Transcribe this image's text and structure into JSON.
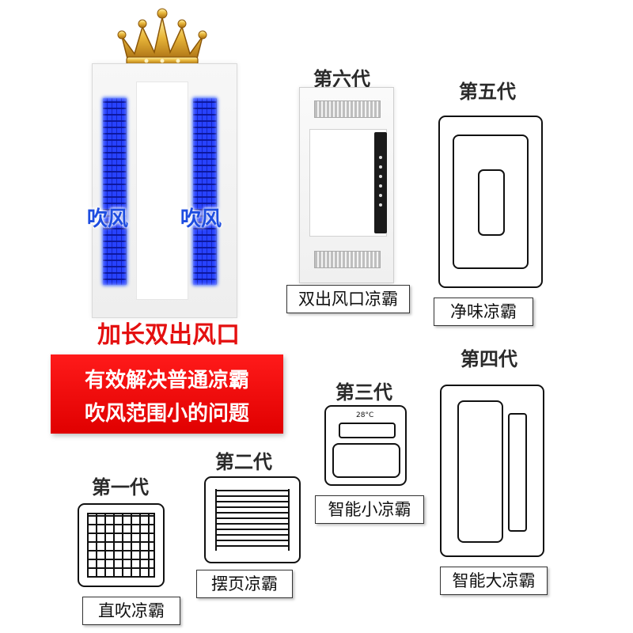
{
  "featured": {
    "blow_left": "吹风",
    "blow_right": "吹风",
    "headline": "加长双出风口",
    "banner_line1": "有效解决普通凉霸",
    "banner_line2": "吹风范围小的问题",
    "accent_color": "#e41010",
    "blue_color": "#2742ff"
  },
  "generations": [
    {
      "id": "gen6",
      "title": "第六代",
      "caption": "双出风口凉霸"
    },
    {
      "id": "gen5",
      "title": "第五代",
      "caption": "净味凉霸"
    },
    {
      "id": "gen4",
      "title": "第四代",
      "caption": "智能大凉霸"
    },
    {
      "id": "gen3",
      "title": "第三代",
      "caption": "智能小凉霸",
      "display_temp": "28°C"
    },
    {
      "id": "gen2",
      "title": "第二代",
      "caption": "摆页凉霸"
    },
    {
      "id": "gen1",
      "title": "第一代",
      "caption": "直吹凉霸"
    }
  ]
}
